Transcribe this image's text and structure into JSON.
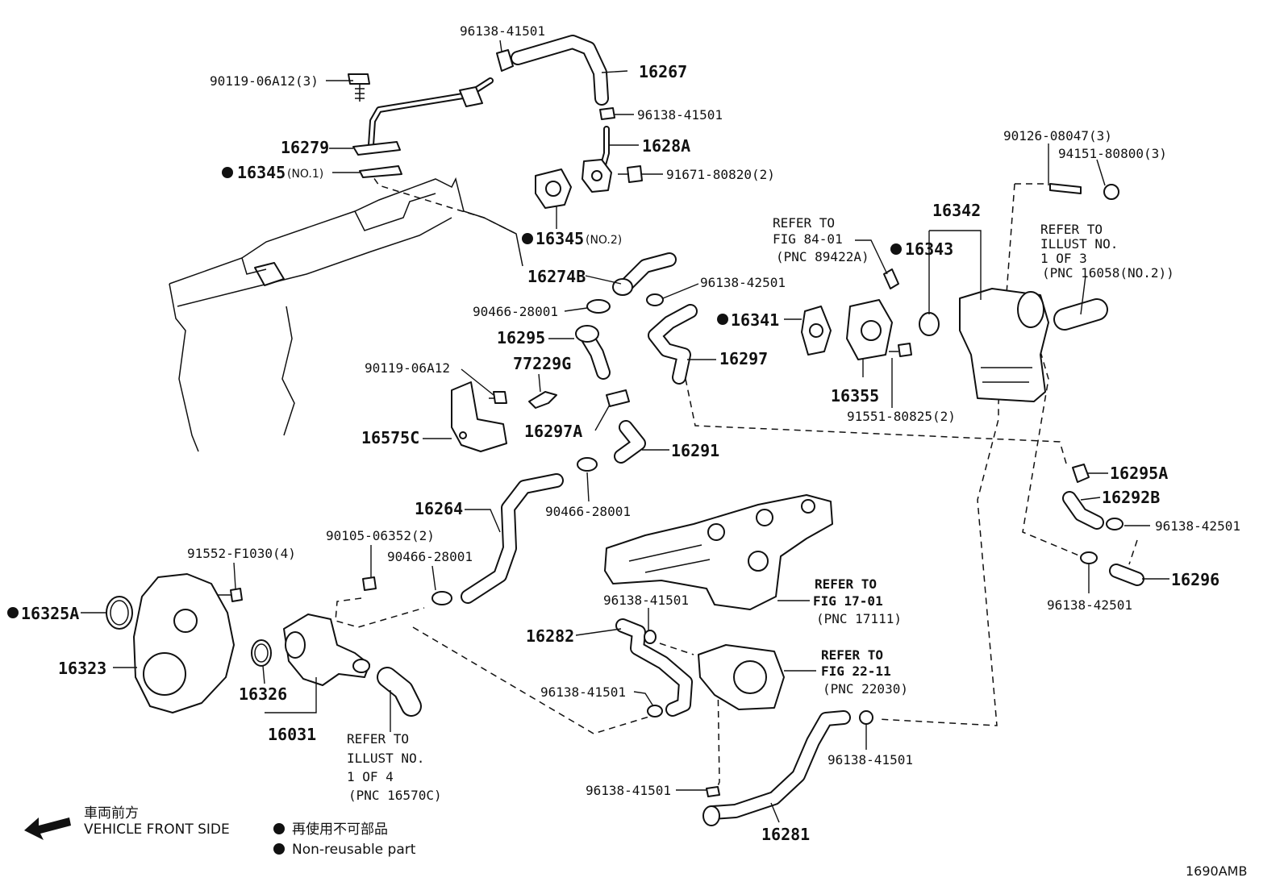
{
  "diagram_code": "1690AMB",
  "labels": {
    "p96138_41501_top": "96138-41501",
    "p90119_06A12_3": "90119-06A12(3)",
    "p16267": "16267",
    "p96138_41501_b": "96138-41501",
    "p16279": "16279",
    "p1628A": "1628A",
    "p16345_no1": "16345",
    "p16345_no1_sfx": "(NO.1)",
    "p91671_80820_2": "91671-80820(2)",
    "p16345_no2": "16345",
    "p16345_no2_sfx": "(NO.2)",
    "p90126_08047_3": "90126-08047(3)",
    "p94151_80800_3": "94151-80800(3)",
    "p16342": "16342",
    "p16343": "16343",
    "p16274B": "16274B",
    "p96138_42501_a": "96138-42501",
    "p90466_28001_a": "90466-28001",
    "p16295": "16295",
    "p16341": "16341",
    "p16297": "16297",
    "p16355": "16355",
    "p77229G": "77229G",
    "p90119_06A12": "90119-06A12",
    "p91551_80825_2": "91551-80825(2)",
    "p16297A": "16297A",
    "p16575C": "16575C",
    "p16291": "16291",
    "p16295A": "16295A",
    "p16292B": "16292B",
    "p16264": "16264",
    "p90466_28001_b": "90466-28001",
    "p96138_42501_b": "96138-42501",
    "p16296": "16296",
    "p96138_42501_c": "96138-42501",
    "p91552_F1030_4": "91552-F1030(4)",
    "p90105_06352_2": "90105-06352(2)",
    "p90466_28001_c": "90466-28001",
    "p16325A": "16325A",
    "p96138_41501_c": "96138-41501",
    "p16282": "16282",
    "p16323": "16323",
    "p96138_41501_d": "96138-41501",
    "p16326": "16326",
    "p16031": "16031",
    "p96138_41501_e": "96138-41501",
    "p96138_41501_f": "96138-41501",
    "p16281": "16281"
  },
  "references": {
    "r1": [
      "REFER TO",
      "FIG 84-01",
      "(PNC 89422A)"
    ],
    "r2": [
      "REFER TO",
      "ILLUST NO.",
      "1 OF 3",
      "(PNC 16058(NO.2))"
    ],
    "r3": [
      "REFER TO",
      "FIG 17-01",
      "(PNC 17111)"
    ],
    "r4": [
      "REFER TO",
      "FIG 22-11",
      "(PNC 22030)"
    ],
    "r5": [
      "REFER TO",
      "ILLUST NO.",
      "1 OF 4",
      "(PNC 16570C)"
    ]
  },
  "legend": {
    "front_jp": "車両前方",
    "front_en": "VEHICLE FRONT SIDE",
    "nonreuse_jp": "再使用不可部品",
    "nonreuse_en": "Non-reusable part"
  }
}
